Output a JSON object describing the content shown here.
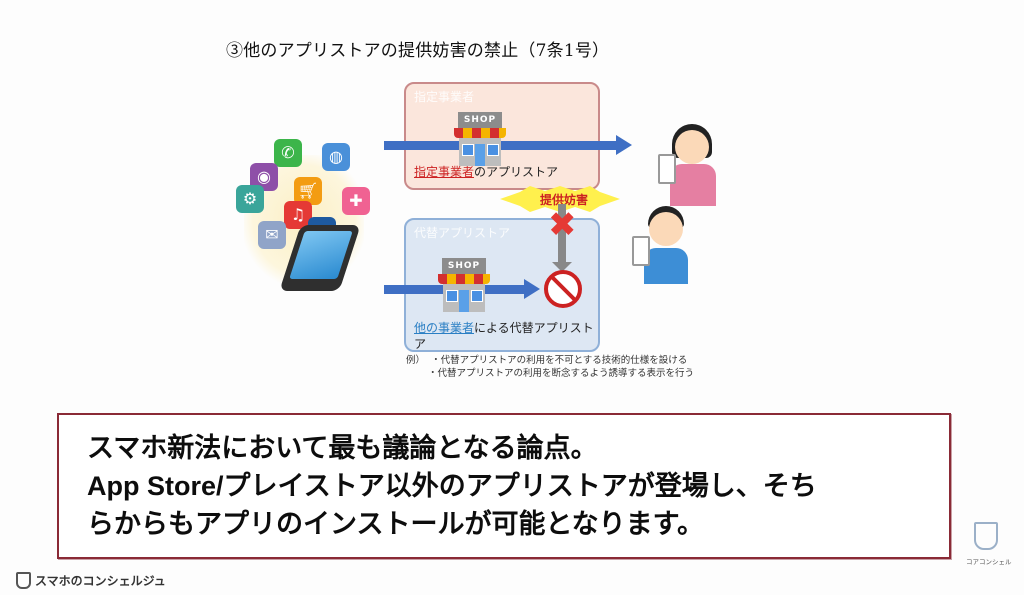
{
  "slide": {
    "title": "③他のアプリストアの提供妨害の禁止（7条1号）",
    "designated_box": {
      "label": "指定事業者",
      "caption_highlight": "指定事業者",
      "caption_rest": "のアプリストア",
      "shop_sign": "SHOP",
      "color_bg": "#fbe6dc",
      "color_border": "#c98a8a"
    },
    "alt_box": {
      "label": "代替アプリストア",
      "caption_highlight": "他の事業者",
      "caption_rest": "による代替アプリストア",
      "shop_sign": "SHOP",
      "color_bg": "#dde7f3",
      "color_border": "#8fb0d8"
    },
    "obstruction_label": "提供妨害",
    "example": {
      "prefix": "例）",
      "items": [
        "・代替アプリストアの利用を不可とする技術的仕様を設ける",
        "・代替アプリストアの利用を断念するよう誘導する表示を行う"
      ]
    },
    "icons": [
      "phone-icon",
      "globe-icon",
      "camera-icon",
      "gear-icon",
      "cart-icon",
      "music-icon",
      "gamepad-icon",
      "mail-icon",
      "book-icon",
      "smartphone-icon",
      "woman-user-icon",
      "man-user-icon",
      "no-entry-icon",
      "cross-icon"
    ]
  },
  "callout": {
    "lines": [
      "スマホ新法において最も議論となる論点。",
      "App Store/プレイストア以外のアプリストアが登場し、そち",
      "らからもアプリのインストールが可能となります。"
    ],
    "border_color": "#8a2a36"
  },
  "footer": {
    "brand_left": "スマホのコンシェルジュ",
    "brand_right": "コアコンシェル"
  },
  "colors": {
    "arrow": "#3f6fc4",
    "danger": "#cc2222",
    "link_blue": "#2a7fc4"
  }
}
